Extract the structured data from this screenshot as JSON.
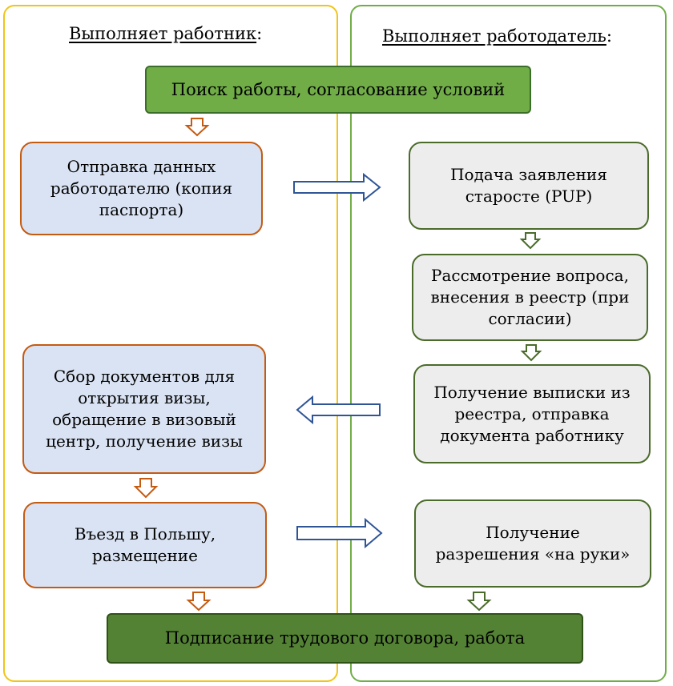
{
  "headers": {
    "worker": "Выполняет работник",
    "worker_colon": ":",
    "employer": "Выполняет работодатель",
    "employer_colon": ":"
  },
  "steps": {
    "search": [
      "Поиск работы, согласование условий"
    ],
    "send_data": [
      "Отправка данных",
      "работодателю (копия",
      "паспорта)"
    ],
    "application": [
      "Подача заявления",
      "старосте (PUP)"
    ],
    "review": [
      "Рассмотрение вопроса,",
      "внесения в реестр (при",
      "согласии)"
    ],
    "extract": [
      "Получение выписки из",
      "реестра, отправка",
      "документа работнику"
    ],
    "visa": [
      "Сбор документов для",
      "открытия визы,",
      "обращение в визовый",
      "центр, получение визы"
    ],
    "entry": [
      "Въезд в Польшу,",
      "размещение"
    ],
    "permit": [
      "Получение",
      "разрешения «на руки»"
    ],
    "contract": [
      "Подписание трудового договора, работа"
    ]
  },
  "colors": {
    "left_border": "#f0c419",
    "right_border": "#70ad47",
    "worker_box_fill": "#dae3f3",
    "worker_box_border": "#c55a11",
    "employer_box_fill": "#ededed",
    "employer_box_border": "#4a6b2a",
    "top_box_fill": "#70ad47",
    "bottom_box_fill": "#548235"
  }
}
